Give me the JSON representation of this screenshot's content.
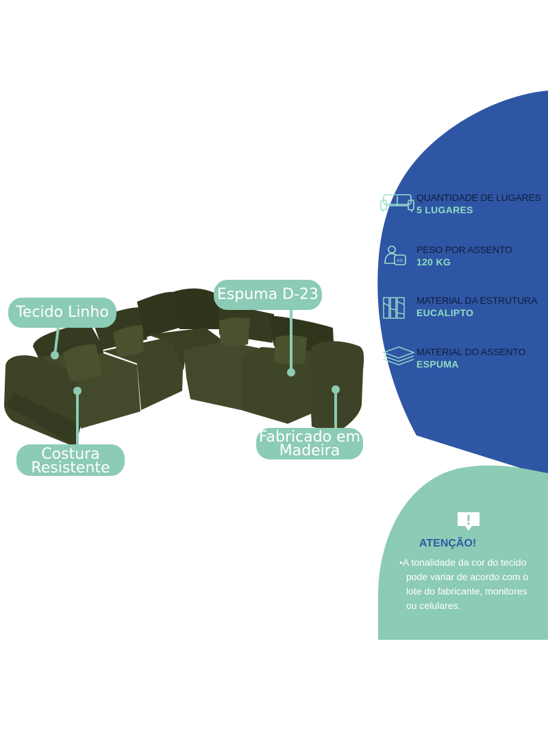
{
  "callouts": {
    "tecido": "Tecido Linho",
    "espuma": "Espuma D-23",
    "costura_line1": "Costura",
    "costura_line2": "Resistente",
    "fabricado_line1": "Fabricado em",
    "fabricado_line2": "Madeira"
  },
  "features": [
    {
      "icon": "sofa-icon",
      "label": "QUANTIDADE DE LUGARES",
      "value": "5 LUGARES"
    },
    {
      "icon": "weight-person-icon",
      "label": "PESO POR ASSENTO",
      "value": "120 KG"
    },
    {
      "icon": "wood-structure-icon",
      "label": "MATERIAL DA ESTRUTURA",
      "value": "EUCALIPTO"
    },
    {
      "icon": "foam-layers-icon",
      "label": "MATERIAL DO ASSENTO",
      "value": "ESPUMA"
    }
  ],
  "kg_badge": "KG",
  "attention": {
    "title": "ATENÇÃO!",
    "lines": [
      "A tonalidade da cor do tecido",
      "pode variar de acordo com o",
      "lote do fabricante, monitores",
      "ou celulares."
    ]
  },
  "colors": {
    "blue_panel": "#2f56a4",
    "mint": "#8ccbb5",
    "sofa": "#3e4427",
    "value_text": "#8fdcc4"
  }
}
